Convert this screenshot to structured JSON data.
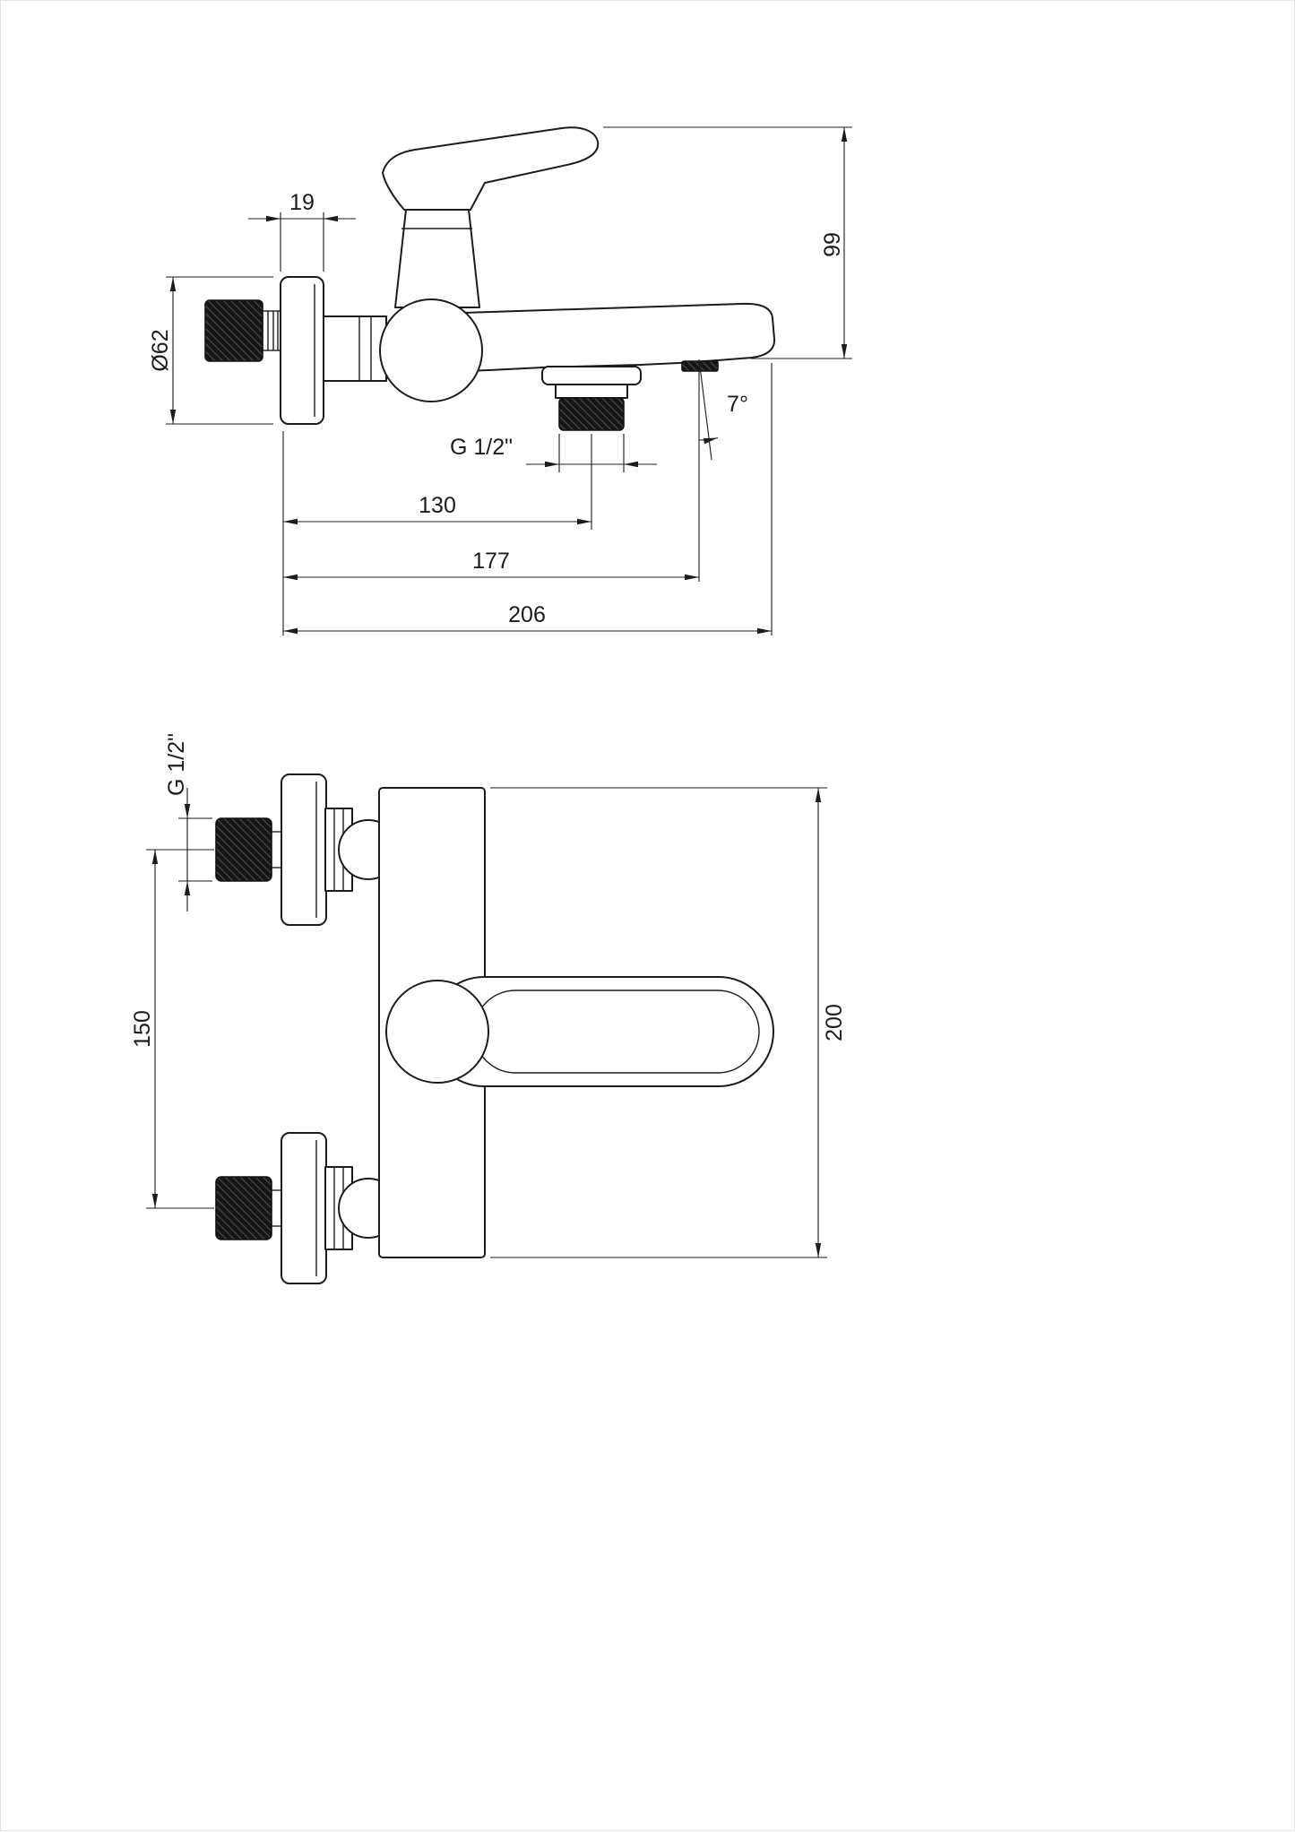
{
  "side_view": {
    "escutcheon_depth": "19",
    "overall_height": "99",
    "escutcheon_diameter": "Ø62",
    "outlet_thread": "G 1/2\"",
    "spout_angle": "7°",
    "outlet_distance": "130",
    "aerator_distance": "177",
    "spout_reach": "206"
  },
  "front_view": {
    "inlet_thread": "G 1/2\"",
    "inlet_spacing": "150",
    "body_height": "200"
  }
}
